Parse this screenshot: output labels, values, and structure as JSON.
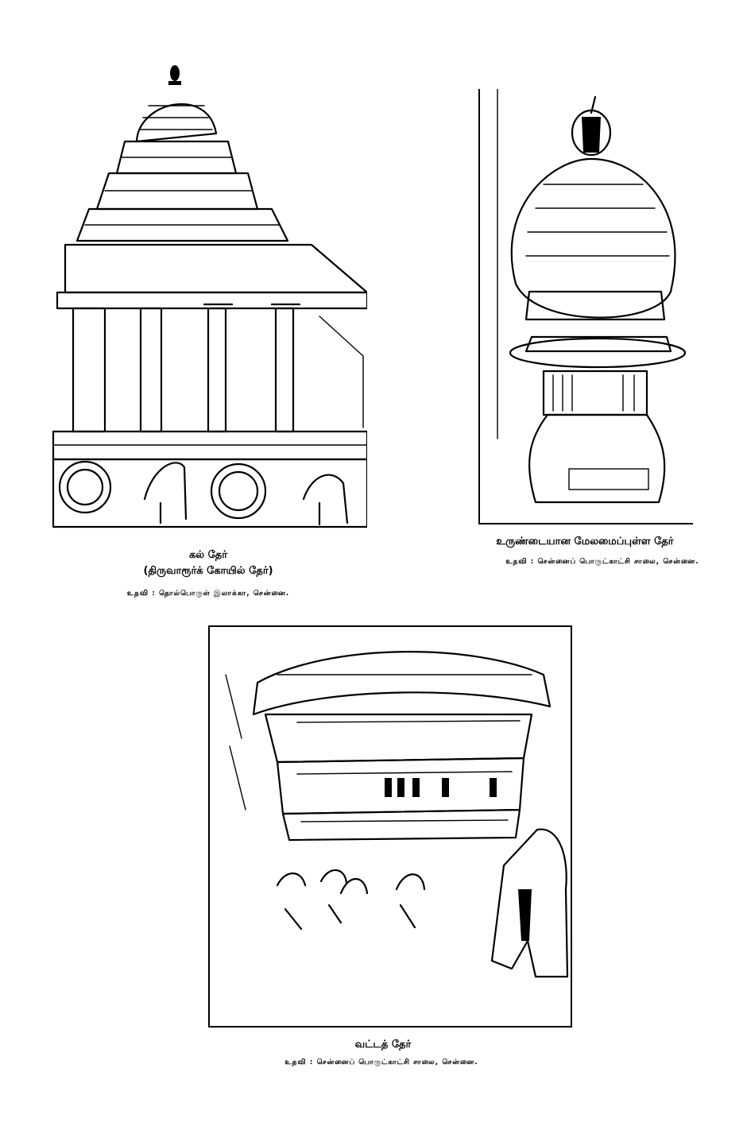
{
  "figures": [
    {
      "title": "கல் தேர்",
      "subtitle": "(திருவாரூர்க் கோயில் தேர்)",
      "credit": "உதவி :  தொல்பொருள் இலாக்கா, சென்னை."
    },
    {
      "title": "உருண்டையான மேலமைப்புள்ள தேர்",
      "credit": "உதவி :  சென்னைப் பொருட்காட்சி சாலை, சென்னை."
    },
    {
      "title": "வட்டத் தேர்",
      "credit": "உதவி :  சென்னைப் பொருட்காட்சி சாலை, சென்னை."
    }
  ]
}
